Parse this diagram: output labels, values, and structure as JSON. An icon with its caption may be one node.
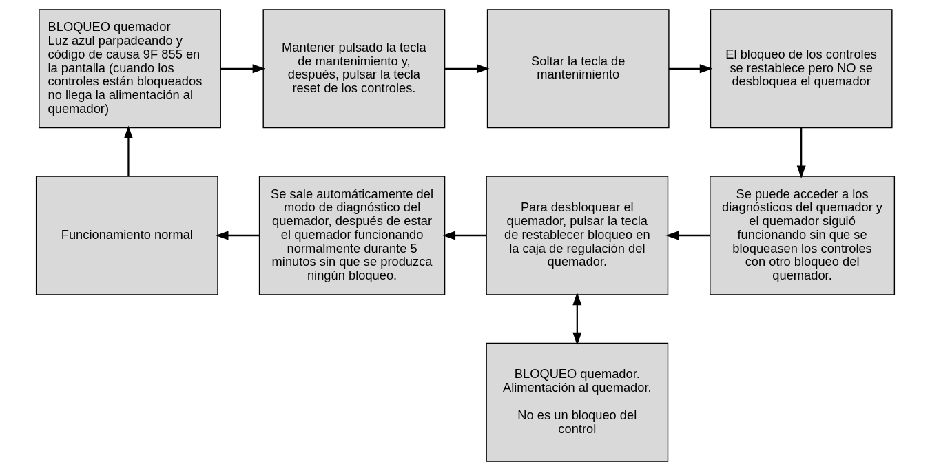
{
  "diagram": {
    "nodes": [
      {
        "text": [
          "BLOQUEO quemador",
          "Luz azul parpadeando y código de causa 9F 855 en la pantalla (cuando los controles están bloqueados no llega la alimentación al quemador)"
        ]
      },
      {
        "text": [
          "Mantener pulsado la tecla de mantenimiento y, después, pulsar la tecla reset de los controles."
        ]
      },
      {
        "text": [
          "Soltar la tecla de mantenimiento"
        ]
      },
      {
        "text": [
          "El bloqueo de los controles se restablece pero NO se desbloquea el quemador"
        ]
      },
      {
        "text": [
          "Se puede acceder a los diagnósticos del quemador y el quemador siguió funcionando sin que se bloqueasen los controles con otro bloqueo del quemador."
        ]
      },
      {
        "text": [
          "Para desbloquear el quemador, pulsar la tecla de restablecer bloqueo en la caja de regulación del quemador."
        ]
      },
      {
        "text": [
          "Se sale automáticamente del modo de diagnóstico del quemador, después de estar el quemador funcionando normalmente durante 5 minutos sin que se produzca ningún bloqueo."
        ]
      },
      {
        "text": [
          "Funcionamiento normal"
        ]
      },
      {
        "text": [
          "BLOQUEO quemador. Alimentación al quemador.",
          "No es un bloqueo del control"
        ]
      }
    ],
    "edges": [
      {
        "from": 0,
        "to": 1,
        "arrow": "to"
      },
      {
        "from": 1,
        "to": 2,
        "arrow": "to"
      },
      {
        "from": 2,
        "to": 3,
        "arrow": "to"
      },
      {
        "from": 3,
        "to": 4,
        "arrow": "to"
      },
      {
        "from": 4,
        "to": 5,
        "arrow": "to"
      },
      {
        "from": 5,
        "to": 6,
        "arrow": "to"
      },
      {
        "from": 6,
        "to": 7,
        "arrow": "to"
      },
      {
        "from": 7,
        "to": 0,
        "arrow": "to"
      },
      {
        "from": 5,
        "to": 8,
        "arrow": "both"
      }
    ]
  }
}
